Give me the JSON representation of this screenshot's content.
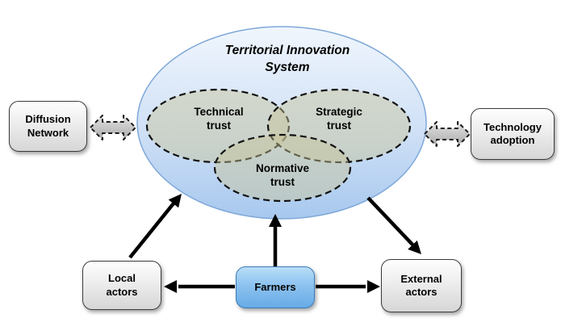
{
  "title": "Territorial Innovation System",
  "trust_ellipses": {
    "technical": "Technical trust",
    "strategic": "Strategic trust",
    "normative": "Normative trust"
  },
  "nodes": {
    "diffusion_network": "Diffusion Network",
    "technology_adoption": "Technology adoption",
    "local_actors": "Local actors",
    "farmers": "Farmers",
    "external_actors": "External actors"
  },
  "edges": [
    {
      "from": "diffusion_network",
      "to": "territorial_innovation_system",
      "style": "dashed-block-arrow",
      "direction": "both"
    },
    {
      "from": "territorial_innovation_system",
      "to": "technology_adoption",
      "style": "dashed-block-arrow",
      "direction": "both"
    },
    {
      "from": "local_actors",
      "to": "territorial_innovation_system",
      "style": "solid",
      "direction": "forward"
    },
    {
      "from": "farmers",
      "to": "territorial_innovation_system",
      "style": "solid",
      "direction": "forward"
    },
    {
      "from": "territorial_innovation_system",
      "to": "external_actors",
      "style": "solid",
      "direction": "forward"
    },
    {
      "from": "farmers",
      "to": "local_actors",
      "style": "solid",
      "direction": "forward"
    },
    {
      "from": "farmers",
      "to": "external_actors",
      "style": "solid",
      "direction": "forward"
    }
  ],
  "colors": {
    "system_ellipse_top": "#eef5fd",
    "system_ellipse_bottom": "#a7c8ee",
    "system_ellipse_stroke": "#7fa8d9",
    "trust_ellipse_fill": "rgba(200,196,150,0.45)",
    "trust_ellipse_stroke": "#111111",
    "gray_box_border": "#3b3b3b",
    "farmers_fill_top": "#b9def9",
    "farmers_fill_bottom": "#68abe6",
    "farmers_border": "#3c7ab8",
    "arrow_color": "#000000",
    "block_arrow_fill": "#c4c4c4"
  }
}
